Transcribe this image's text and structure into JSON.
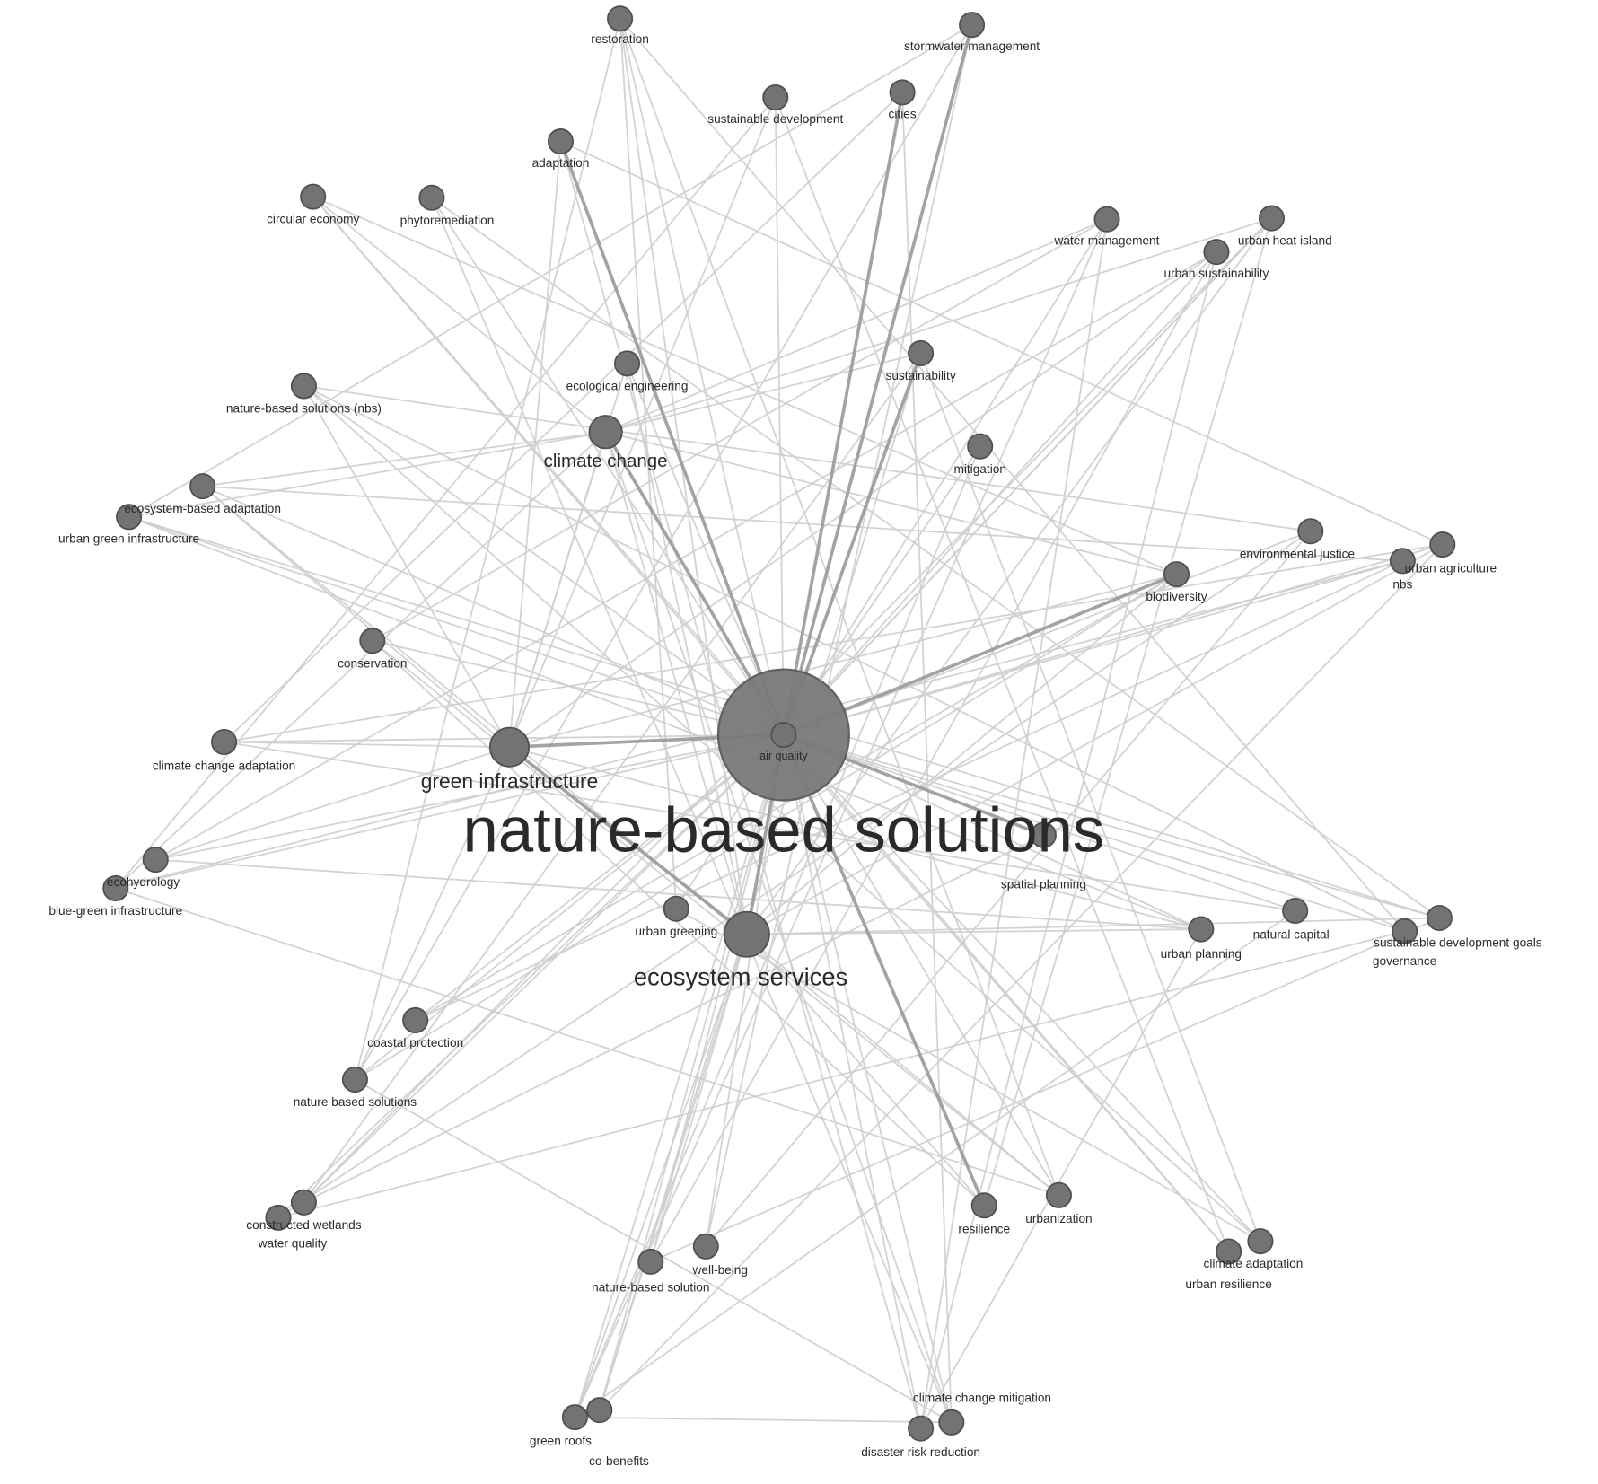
{
  "diagram": {
    "type": "keyword co-occurrence network",
    "colors": {
      "node": "#737373",
      "edge": "#cfcfcf",
      "strong_edge": "#9a9a9a",
      "text": "#2a2a2a"
    },
    "nodes": [
      {
        "label": "nature-based solutions"
      },
      {
        "label": "air quality"
      },
      {
        "label": "green infrastructure"
      },
      {
        "label": "ecosystem services"
      },
      {
        "label": "climate change"
      },
      {
        "label": "restoration"
      },
      {
        "label": "stormwater management"
      },
      {
        "label": "cities"
      },
      {
        "label": "sustainable development"
      },
      {
        "label": "adaptation"
      },
      {
        "label": "circular economy"
      },
      {
        "label": "phytoremediation"
      },
      {
        "label": "water management"
      },
      {
        "label": "urban heat island"
      },
      {
        "label": "urban sustainability"
      },
      {
        "label": "ecological engineering"
      },
      {
        "label": "sustainability"
      },
      {
        "label": "nature-based solutions (nbs)"
      },
      {
        "label": "mitigation"
      },
      {
        "label": "ecosystem-based adaptation"
      },
      {
        "label": "urban green infrastructure"
      },
      {
        "label": "environmental justice"
      },
      {
        "label": "urban agriculture"
      },
      {
        "label": "nbs"
      },
      {
        "label": "biodiversity"
      },
      {
        "label": "conservation"
      },
      {
        "label": "climate change adaptation"
      },
      {
        "label": "spatial planning"
      },
      {
        "label": "ecohydrology"
      },
      {
        "label": "blue-green infrastructure"
      },
      {
        "label": "urban greening"
      },
      {
        "label": "urban planning"
      },
      {
        "label": "natural capital"
      },
      {
        "label": "sustainable development goals"
      },
      {
        "label": "governance"
      },
      {
        "label": "coastal protection"
      },
      {
        "label": "nature based solutions"
      },
      {
        "label": "constructed wetlands"
      },
      {
        "label": "water quality"
      },
      {
        "label": "resilience"
      },
      {
        "label": "urbanization"
      },
      {
        "label": "well-being"
      },
      {
        "label": "nature-based solution"
      },
      {
        "label": "climate adaptation"
      },
      {
        "label": "urban resilience"
      },
      {
        "label": "green roofs"
      },
      {
        "label": "co-benefits"
      },
      {
        "label": "climate change mitigation"
      },
      {
        "label": "disaster risk reduction"
      }
    ],
    "strong_edges": [
      [
        0,
        2
      ],
      [
        0,
        3
      ],
      [
        0,
        4
      ],
      [
        0,
        7
      ],
      [
        0,
        16
      ],
      [
        0,
        24
      ],
      [
        0,
        9
      ],
      [
        2,
        3
      ],
      [
        0,
        27
      ],
      [
        0,
        39
      ],
      [
        0,
        6
      ]
    ],
    "edges": [
      [
        2,
        4
      ],
      [
        2,
        9
      ],
      [
        2,
        15
      ],
      [
        2,
        17
      ],
      [
        2,
        19
      ],
      [
        2,
        26
      ],
      [
        2,
        28
      ],
      [
        2,
        36
      ],
      [
        2,
        8
      ],
      [
        2,
        24
      ],
      [
        2,
        31
      ],
      [
        2,
        14
      ],
      [
        3,
        4
      ],
      [
        3,
        24
      ],
      [
        3,
        31
      ],
      [
        3,
        33
      ],
      [
        3,
        45
      ],
      [
        3,
        46
      ],
      [
        3,
        42
      ],
      [
        3,
        39
      ],
      [
        3,
        15
      ],
      [
        3,
        5
      ],
      [
        3,
        13
      ],
      [
        3,
        22
      ],
      [
        4,
        10
      ],
      [
        4,
        19
      ],
      [
        4,
        20
      ],
      [
        4,
        24
      ],
      [
        4,
        16
      ],
      [
        4,
        13
      ],
      [
        4,
        12
      ],
      [
        4,
        29
      ],
      [
        4,
        47
      ],
      [
        5,
        34
      ],
      [
        5,
        36
      ],
      [
        6,
        36
      ],
      [
        6,
        20
      ],
      [
        7,
        26
      ],
      [
        7,
        47
      ],
      [
        8,
        29
      ],
      [
        8,
        44
      ],
      [
        9,
        48
      ],
      [
        9,
        22
      ],
      [
        10,
        24
      ],
      [
        11,
        47
      ],
      [
        11,
        33
      ],
      [
        12,
        25
      ],
      [
        12,
        45
      ],
      [
        13,
        37
      ],
      [
        14,
        28
      ],
      [
        14,
        48
      ],
      [
        16,
        37
      ],
      [
        16,
        43
      ],
      [
        17,
        34
      ],
      [
        17,
        21
      ],
      [
        18,
        45
      ],
      [
        19,
        23
      ],
      [
        20,
        33
      ],
      [
        21,
        38
      ],
      [
        22,
        46
      ],
      [
        23,
        29
      ],
      [
        24,
        36
      ],
      [
        25,
        40
      ],
      [
        26,
        32
      ],
      [
        27,
        37
      ],
      [
        28,
        31
      ],
      [
        29,
        40
      ],
      [
        30,
        43
      ],
      [
        31,
        48
      ],
      [
        32,
        45
      ],
      [
        33,
        42
      ],
      [
        34,
        38
      ],
      [
        35,
        23
      ],
      [
        36,
        47
      ],
      [
        39,
        13
      ],
      [
        40,
        5
      ],
      [
        41,
        6
      ],
      [
        43,
        17
      ],
      [
        44,
        10
      ],
      [
        45,
        47
      ],
      [
        46,
        16
      ],
      [
        48,
        12
      ],
      [
        42,
        14
      ],
      [
        30,
        5
      ],
      [
        35,
        24
      ],
      [
        41,
        21
      ],
      [
        26,
        22
      ],
      [
        1,
        13
      ],
      [
        19,
        40
      ],
      [
        20,
        31
      ],
      [
        25,
        39
      ]
    ]
  }
}
